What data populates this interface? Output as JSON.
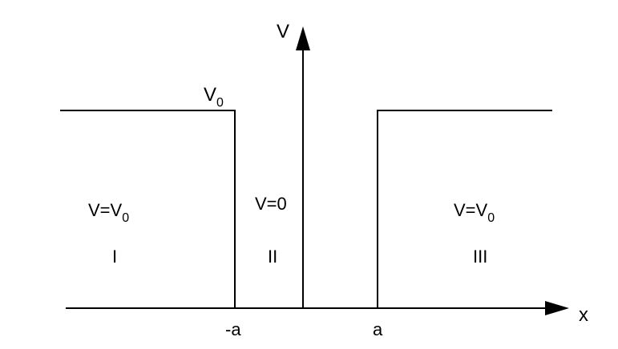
{
  "axes": {
    "y_label": "V",
    "x_label": "x"
  },
  "potential": {
    "level_label_base": "V",
    "level_label_sub": "0"
  },
  "markers": {
    "left": "-a",
    "right": "a"
  },
  "regions": {
    "left": {
      "eq_base": "V=V",
      "eq_sub": "0",
      "numeral": "I"
    },
    "middle": {
      "eq": "V=0",
      "numeral": "II"
    },
    "right": {
      "eq_base": "V=V",
      "eq_sub": "0",
      "numeral": "III"
    }
  },
  "colors": {
    "ink": "#000000",
    "background": "#ffffff"
  }
}
